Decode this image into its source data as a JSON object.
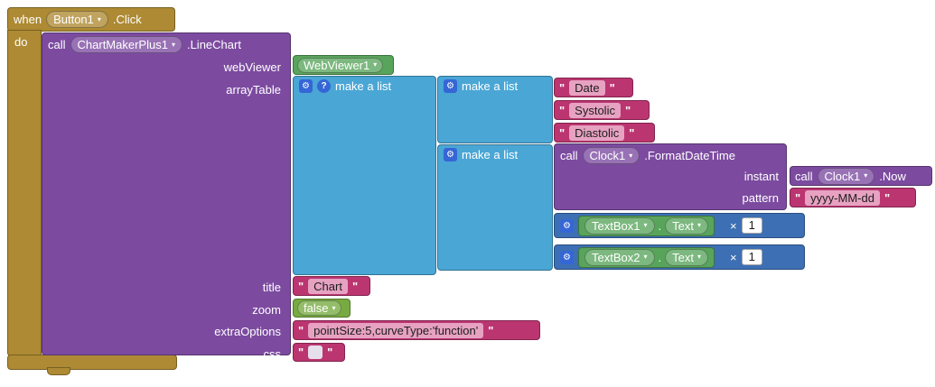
{
  "colors": {
    "event_gold": "#ad8a33",
    "method_purple": "#7c4ba0",
    "list_blue": "#4aa6d5",
    "math_blue": "#3d6fb4",
    "text_magenta": "#bb3570",
    "text_field_pink": "#e7a2c2",
    "component_green": "#58a45b",
    "logic_green": "#77ab41",
    "mutator_blue": "#3566d6"
  },
  "ui": {
    "arrow": "▾",
    "dot": ".",
    "quote_open": "\"",
    "quote_close": "\"",
    "gear_icon": "⚙",
    "help_icon": "?"
  },
  "when_block": {
    "keyword": "when",
    "component": "Button1",
    "event": ".Click",
    "do_label": "do"
  },
  "line_chart_call": {
    "keyword": "call",
    "component": "ChartMakerPlus1",
    "method": ".LineChart",
    "param_webviewer": "webViewer",
    "param_arraytable": "arrayTable",
    "param_title": "title",
    "param_zoom": "zoom",
    "param_extraoptions": "extraOptions",
    "param_css": "css"
  },
  "webviewer_value": {
    "component": "WebViewer1"
  },
  "outer_list": {
    "label": "make a list"
  },
  "header_list": {
    "label": "make a list",
    "item1": "Date",
    "item2": "Systolic",
    "item3": "Diastolic"
  },
  "row_list": {
    "label": "make a list"
  },
  "format_datetime_call": {
    "keyword": "call",
    "component": "Clock1",
    "method": ".FormatDateTime",
    "param_instant": "instant",
    "param_pattern": "pattern"
  },
  "clock_now_call": {
    "keyword": "call",
    "component": "Clock1",
    "method": ".Now"
  },
  "pattern_value": "yyyy-MM-dd",
  "multiply_row1": {
    "component": "TextBox1",
    "property": "Text",
    "operator": "×",
    "operand": "1"
  },
  "multiply_row2": {
    "component": "TextBox2",
    "property": "Text",
    "operator": "×",
    "operand": "1"
  },
  "title_value": "Chart",
  "zoom_value": "false",
  "extra_options_value": "pointSize:5,curveType:'function'",
  "css_value": ""
}
